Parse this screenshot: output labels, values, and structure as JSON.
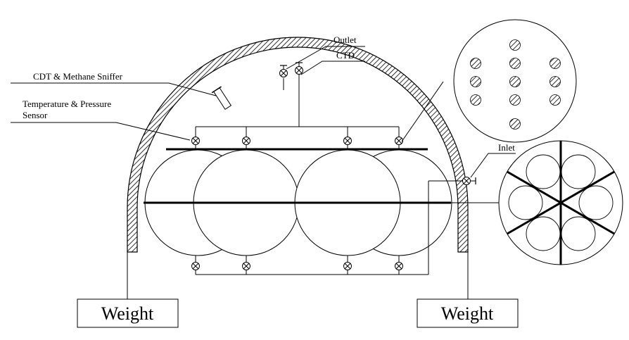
{
  "labels": {
    "outlet": "Outlet",
    "ctd": "CTD",
    "cdt_methane": "CDT & Methane Sniffer",
    "temp_pressure_line1": "Temperature & Pressure",
    "temp_pressure_line2": "Sensor",
    "inlet": "Inlet",
    "weight_left": "Weight",
    "weight_right": "Weight"
  },
  "colors": {
    "line": "#000000",
    "hatch": "#000000",
    "background": "#ffffff"
  },
  "icons": [
    "valve-icon",
    "hatched-dome",
    "pipe",
    "sensor-port",
    "inset-circle"
  ]
}
